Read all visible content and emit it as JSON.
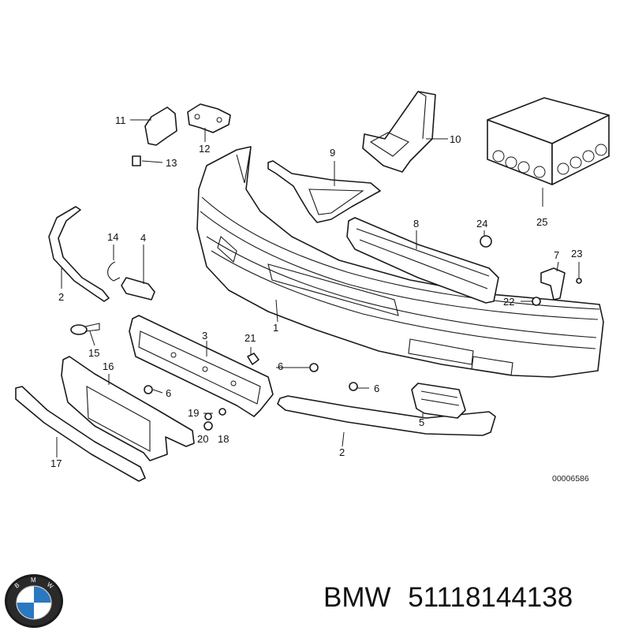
{
  "diagram": {
    "reference_code": "00006586",
    "callouts": [
      {
        "id": "c1",
        "label": "1"
      },
      {
        "id": "c2a",
        "label": "2"
      },
      {
        "id": "c2b",
        "label": "2"
      },
      {
        "id": "c3",
        "label": "3"
      },
      {
        "id": "c4",
        "label": "4"
      },
      {
        "id": "c5",
        "label": "5"
      },
      {
        "id": "c6a",
        "label": "6"
      },
      {
        "id": "c6b",
        "label": "6"
      },
      {
        "id": "c6c",
        "label": "6"
      },
      {
        "id": "c7",
        "label": "7"
      },
      {
        "id": "c8",
        "label": "8"
      },
      {
        "id": "c9",
        "label": "9"
      },
      {
        "id": "c10",
        "label": "10"
      },
      {
        "id": "c11",
        "label": "11"
      },
      {
        "id": "c12",
        "label": "12"
      },
      {
        "id": "c13",
        "label": "13"
      },
      {
        "id": "c14",
        "label": "14"
      },
      {
        "id": "c15",
        "label": "15"
      },
      {
        "id": "c16",
        "label": "16"
      },
      {
        "id": "c17",
        "label": "17"
      },
      {
        "id": "c18",
        "label": "18"
      },
      {
        "id": "c19",
        "label": "19"
      },
      {
        "id": "c20",
        "label": "20"
      },
      {
        "id": "c21",
        "label": "21"
      },
      {
        "id": "c22",
        "label": "22"
      },
      {
        "id": "c23",
        "label": "23"
      },
      {
        "id": "c24",
        "label": "24"
      },
      {
        "id": "c25",
        "label": "25"
      }
    ]
  },
  "footer": {
    "brand": "BMW",
    "part_number": "51118144138"
  },
  "logo": {
    "letters": [
      "B",
      "M",
      "W"
    ],
    "colors": {
      "blue": "#2a78c0",
      "ring": "#1a1a1a",
      "white": "#ffffff"
    }
  }
}
